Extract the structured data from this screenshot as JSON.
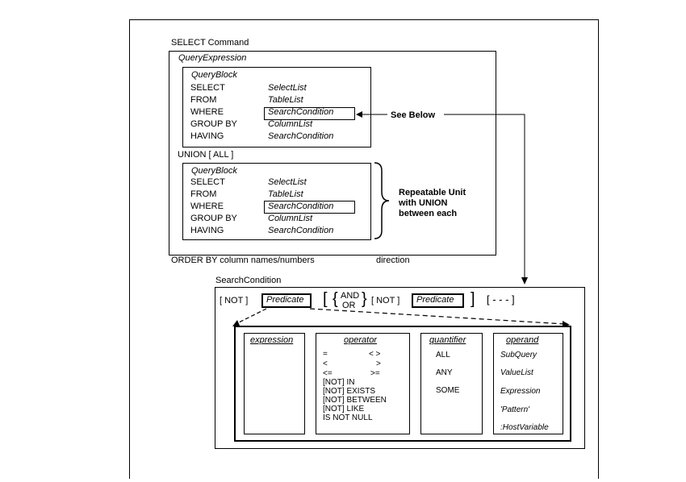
{
  "select_command": {
    "title": "SELECT Command",
    "query_expression_label": "QueryExpression",
    "query_block_1": {
      "label": "QueryBlock",
      "rows": [
        {
          "keyword": "SELECT",
          "value": "SelectList"
        },
        {
          "keyword": "FROM",
          "value": "TableList"
        },
        {
          "keyword": "WHERE",
          "value": "SearchCondition"
        },
        {
          "keyword": "GROUP BY",
          "value": "ColumnList"
        },
        {
          "keyword": "HAVING",
          "value": "SearchCondition"
        }
      ]
    },
    "union_label": "UNION [ ALL ]",
    "query_block_2": {
      "label": "QueryBlock",
      "rows": [
        {
          "keyword": "SELECT",
          "value": "SelectList"
        },
        {
          "keyword": "FROM",
          "value": "TableList"
        },
        {
          "keyword": "WHERE",
          "value": "SearchCondition"
        },
        {
          "keyword": "GROUP BY",
          "value": "ColumnList"
        },
        {
          "keyword": "HAVING",
          "value": "SearchCondition"
        }
      ]
    },
    "see_below": "See Below",
    "repeatable_unit": [
      "Repeatable Unit",
      "with UNION",
      "between each"
    ],
    "order_by": "ORDER BY column names/numbers",
    "direction": "direction"
  },
  "search_condition": {
    "title": "SearchCondition",
    "not_1": "[ NOT ]",
    "predicate_1": "Predicate",
    "and": "AND",
    "or": "OR",
    "not_2": "[ NOT ]",
    "predicate_2": "Predicate",
    "ellipsis": "[ - - - ]",
    "columns": {
      "expression": {
        "header": "expression"
      },
      "operator": {
        "header": "operator",
        "items": [
          "=",
          "<",
          "<=",
          "[NOT] IN",
          "[NOT] EXISTS",
          "[NOT] BETWEEN",
          "[NOT] LIKE",
          "IS NOT NULL"
        ],
        "items_right": [
          "< >",
          ">",
          ">="
        ]
      },
      "quantifier": {
        "header": "quantifier",
        "items": [
          "ALL",
          "ANY",
          "SOME"
        ]
      },
      "operand": {
        "header": "operand",
        "items": [
          "SubQuery",
          "ValueList",
          "Expression",
          "'Pattern'",
          ":HostVariable"
        ]
      }
    }
  }
}
